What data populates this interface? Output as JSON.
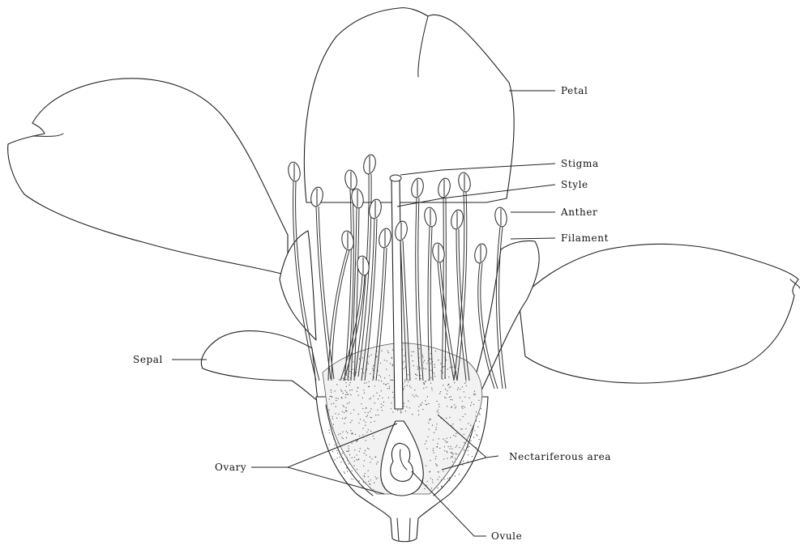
{
  "labels": {
    "petal": "Petal",
    "stigma": "Stigma",
    "style": "Style",
    "anther": "Anther",
    "filament": "Filament",
    "sepal": "Sepal",
    "nectariferous_area": "Nectariferous area",
    "ovary": "Ovary",
    "ovule": "Ovule"
  }
}
